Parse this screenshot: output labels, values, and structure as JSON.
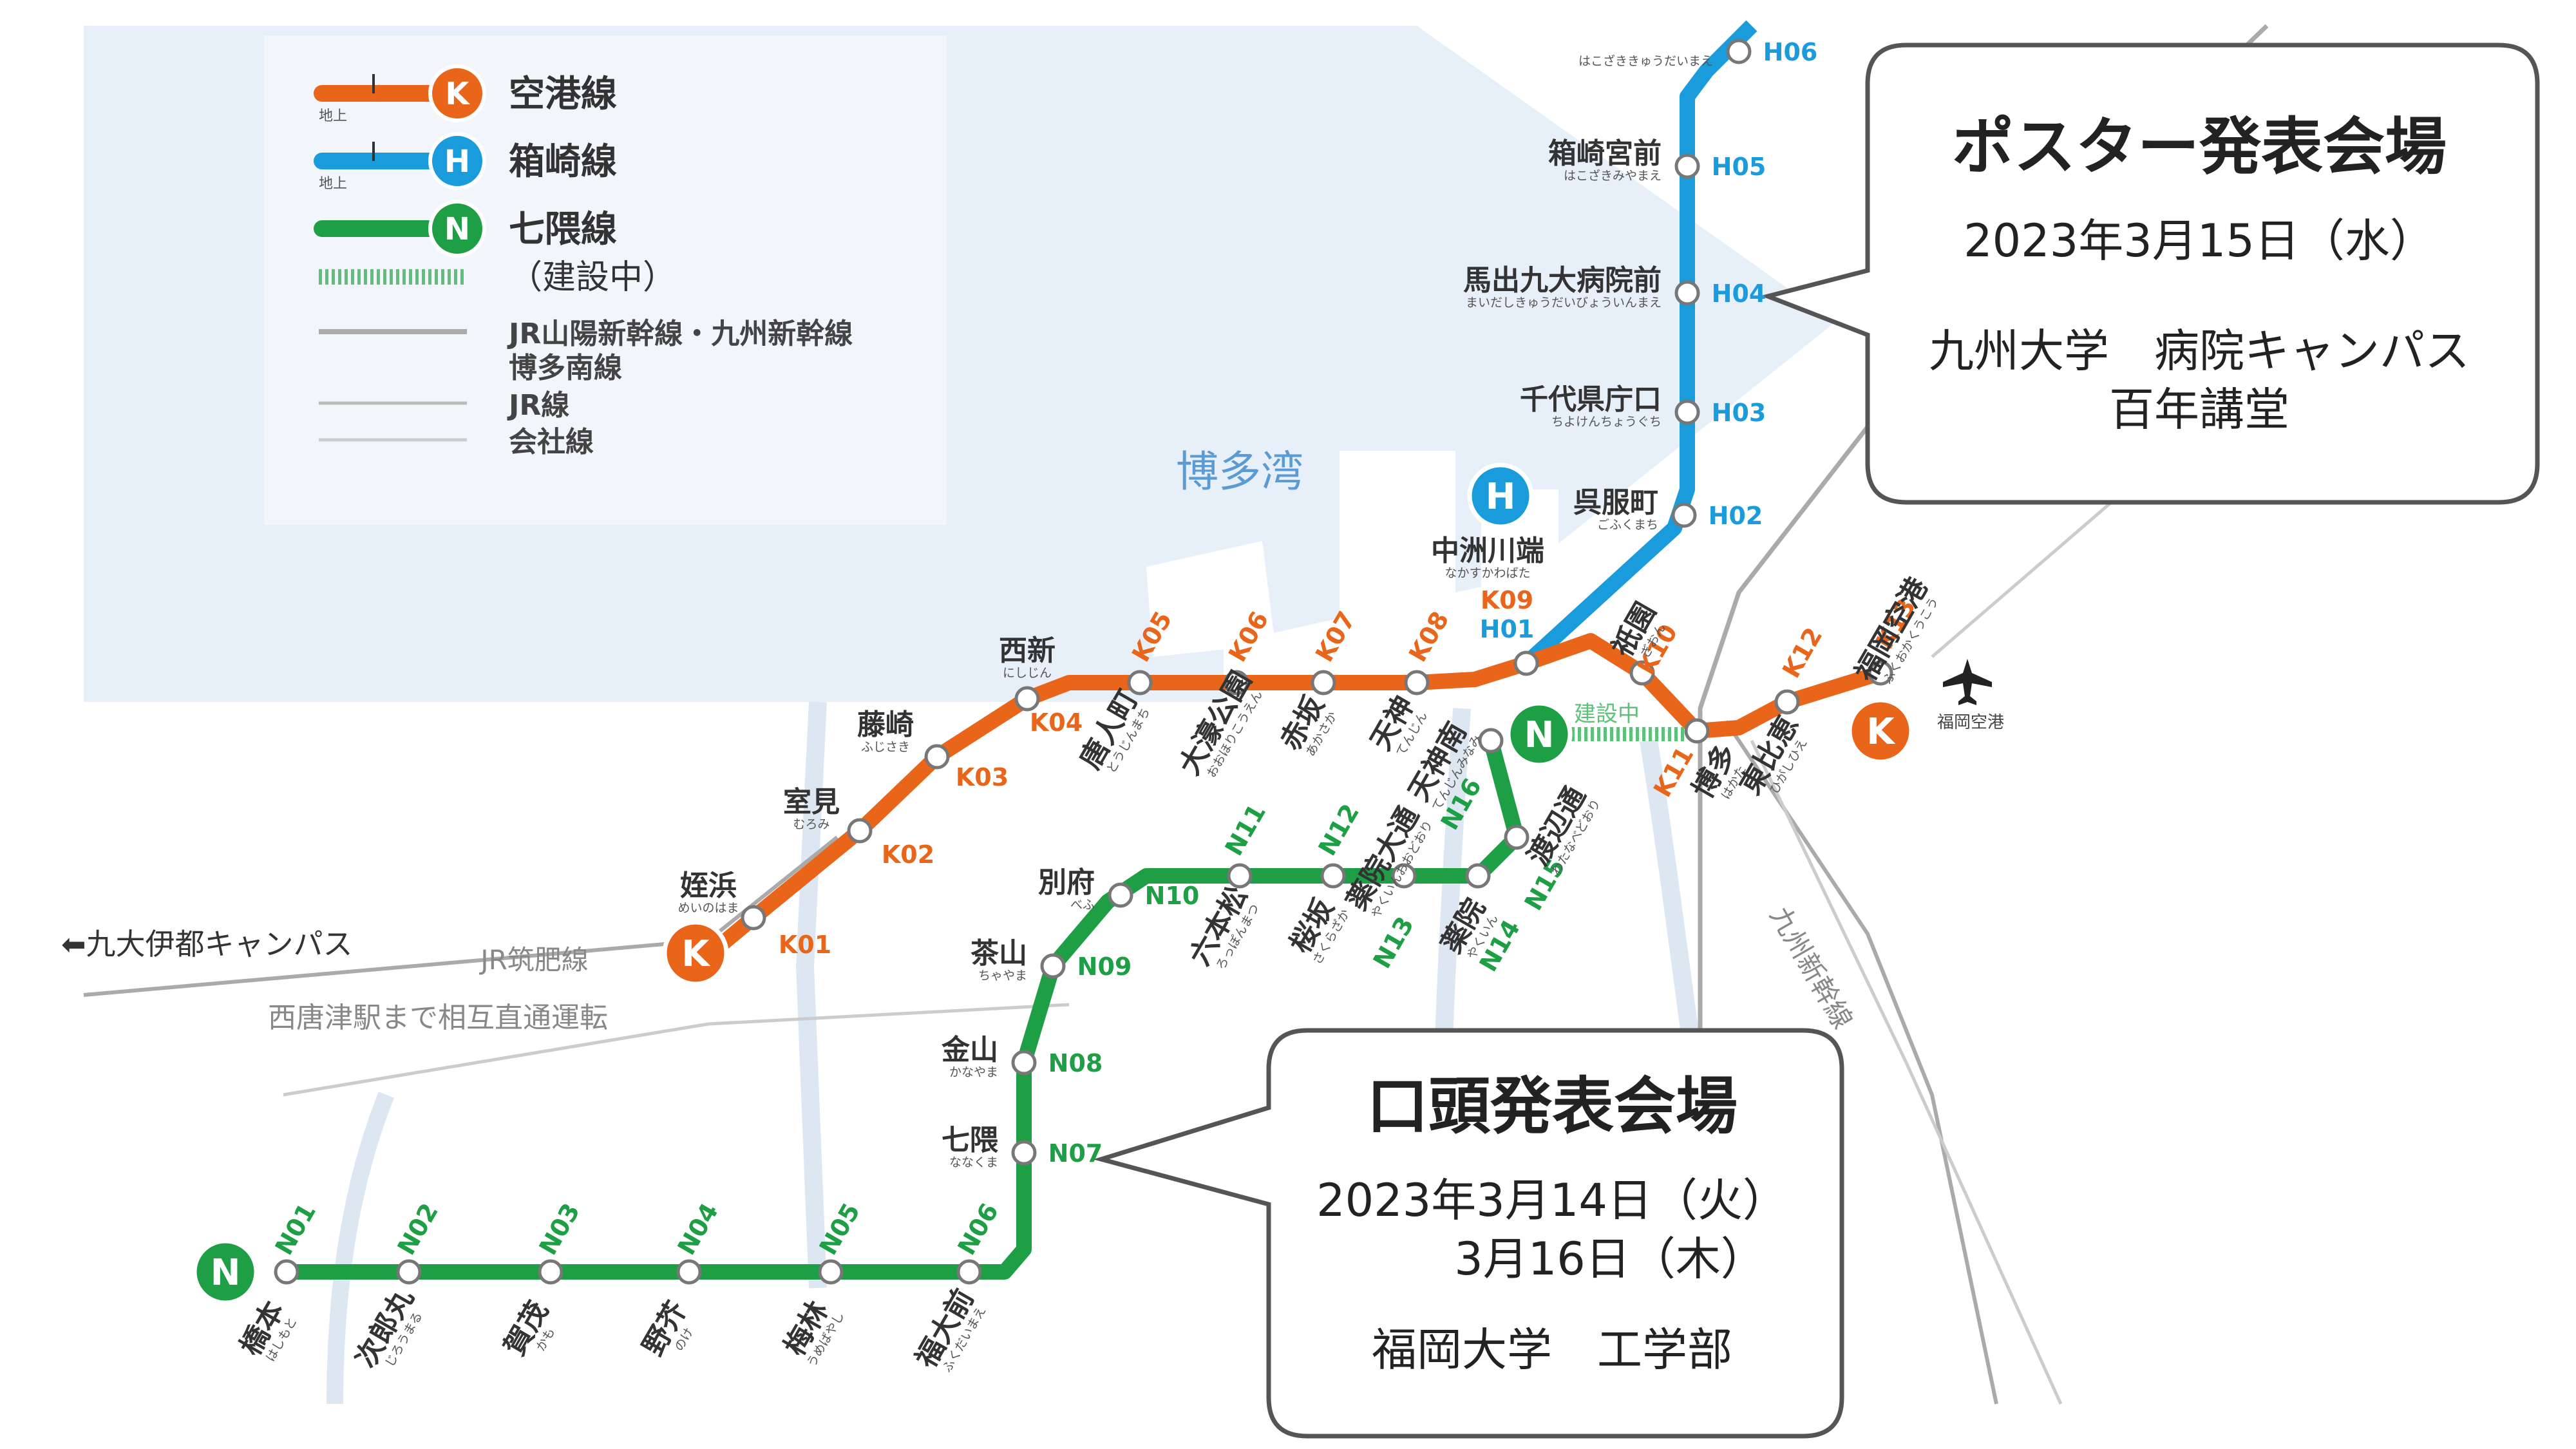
{
  "legend": {
    "lines": [
      {
        "code": "K",
        "name": "空港線",
        "color": "#e8651a",
        "sub": "地上"
      },
      {
        "code": "H",
        "name": "箱崎線",
        "color": "#1a9bdc",
        "sub": "地上"
      },
      {
        "code": "N",
        "name": "七隈線",
        "color": "#1e9e45"
      }
    ],
    "construction": "（建設中）",
    "others": [
      {
        "name": "JR山陽新幹線・九州新幹線",
        "color": "#aaaaaa"
      },
      {
        "name": "博多南線",
        "color": "#aaaaaa"
      },
      {
        "name": "JR線",
        "color": "#bbbbbb"
      },
      {
        "name": "会社線",
        "color": "#cccccc"
      }
    ]
  },
  "map": {
    "bay_label": "博多湾",
    "jr_chikuhi_label": "JR筑肥線",
    "through_service": "西唐津駅まで相互直通運転",
    "shinkansen_label": "九州新幹線",
    "construction_tag": "建設中",
    "airport_label": "福岡空港",
    "ito_campus": "⬅九大伊都キャンパス"
  },
  "colors": {
    "kuko": "#e8651a",
    "hakozaki": "#1a9bdc",
    "nanakuma": "#1e9e45",
    "sea": "#e7eff8",
    "land": "#ffffff",
    "river": "#dde7f2"
  },
  "stations": {
    "K": [
      {
        "code": "K01",
        "name": "姪浜",
        "kana": "めいのはま"
      },
      {
        "code": "K02",
        "name": "室見",
        "kana": "むろみ"
      },
      {
        "code": "K03",
        "name": "藤崎",
        "kana": "ふじさき"
      },
      {
        "code": "K04",
        "name": "西新",
        "kana": "にしじん"
      },
      {
        "code": "K05",
        "name": "唐人町",
        "kana": "とうじんまち"
      },
      {
        "code": "K06",
        "name": "大濠公園",
        "kana": "おおほりこうえん"
      },
      {
        "code": "K07",
        "name": "赤坂",
        "kana": "あかさか"
      },
      {
        "code": "K08",
        "name": "天神",
        "kana": "てんじん"
      },
      {
        "code": "K09",
        "name": "中洲川端",
        "kana": "なかすかわばた"
      },
      {
        "code": "K10",
        "name": "祇園",
        "kana": "ぎおん"
      },
      {
        "code": "K11",
        "name": "博多",
        "kana": "はかた"
      },
      {
        "code": "K12",
        "name": "東比恵",
        "kana": "ひがしひえ"
      },
      {
        "code": "K13",
        "name": "福岡空港",
        "kana": "ふくおかくうこう"
      }
    ],
    "H": [
      {
        "code": "H01",
        "name": "中洲川端",
        "kana": "なかすかわばた"
      },
      {
        "code": "H02",
        "name": "呉服町",
        "kana": "ごふくまち"
      },
      {
        "code": "H03",
        "name": "千代県庁口",
        "kana": "ちよけんちょうぐち"
      },
      {
        "code": "H04",
        "name": "馬出九大病院前",
        "kana": "まいだしきゅうだいびょういんまえ"
      },
      {
        "code": "H05",
        "name": "箱崎宮前",
        "kana": "はこざきみやまえ"
      },
      {
        "code": "H06",
        "name": "",
        "kana": "はこざききゅうだいまえ"
      }
    ],
    "N": [
      {
        "code": "N01",
        "name": "橋本",
        "kana": "はしもと"
      },
      {
        "code": "N02",
        "name": "次郎丸",
        "kana": "じろうまる"
      },
      {
        "code": "N03",
        "name": "賀茂",
        "kana": "かも"
      },
      {
        "code": "N04",
        "name": "野芥",
        "kana": "のけ"
      },
      {
        "code": "N05",
        "name": "梅林",
        "kana": "うめばやし"
      },
      {
        "code": "N06",
        "name": "福大前",
        "kana": "ふくだいまえ"
      },
      {
        "code": "N07",
        "name": "七隈",
        "kana": "ななくま"
      },
      {
        "code": "N08",
        "name": "金山",
        "kana": "かなやま"
      },
      {
        "code": "N09",
        "name": "茶山",
        "kana": "ちゃやま"
      },
      {
        "code": "N10",
        "name": "別府",
        "kana": "べふ"
      },
      {
        "code": "N11",
        "name": "六本松",
        "kana": "ろっぽんまつ"
      },
      {
        "code": "N12",
        "name": "桜坂",
        "kana": "さくらざか"
      },
      {
        "code": "N13",
        "name": "薬院大通",
        "kana": "やくいんおおどおり"
      },
      {
        "code": "N14",
        "name": "薬院",
        "kana": "やくいん"
      },
      {
        "code": "N15",
        "name": "渡辺通",
        "kana": "わたなべどおり"
      },
      {
        "code": "N16",
        "name": "天神南",
        "kana": "てんじんみなみ"
      }
    ]
  },
  "poster": {
    "title": "ポスター発表会場",
    "date": "2023年3月15日（水）",
    "venue1": "九州大学　病院キャンパス",
    "venue2": "百年講堂"
  },
  "oral": {
    "title": "口頭発表会場",
    "date1": "2023年3月14日（火）",
    "date2": "3月16日（木）",
    "venue": "福岡大学　工学部"
  }
}
